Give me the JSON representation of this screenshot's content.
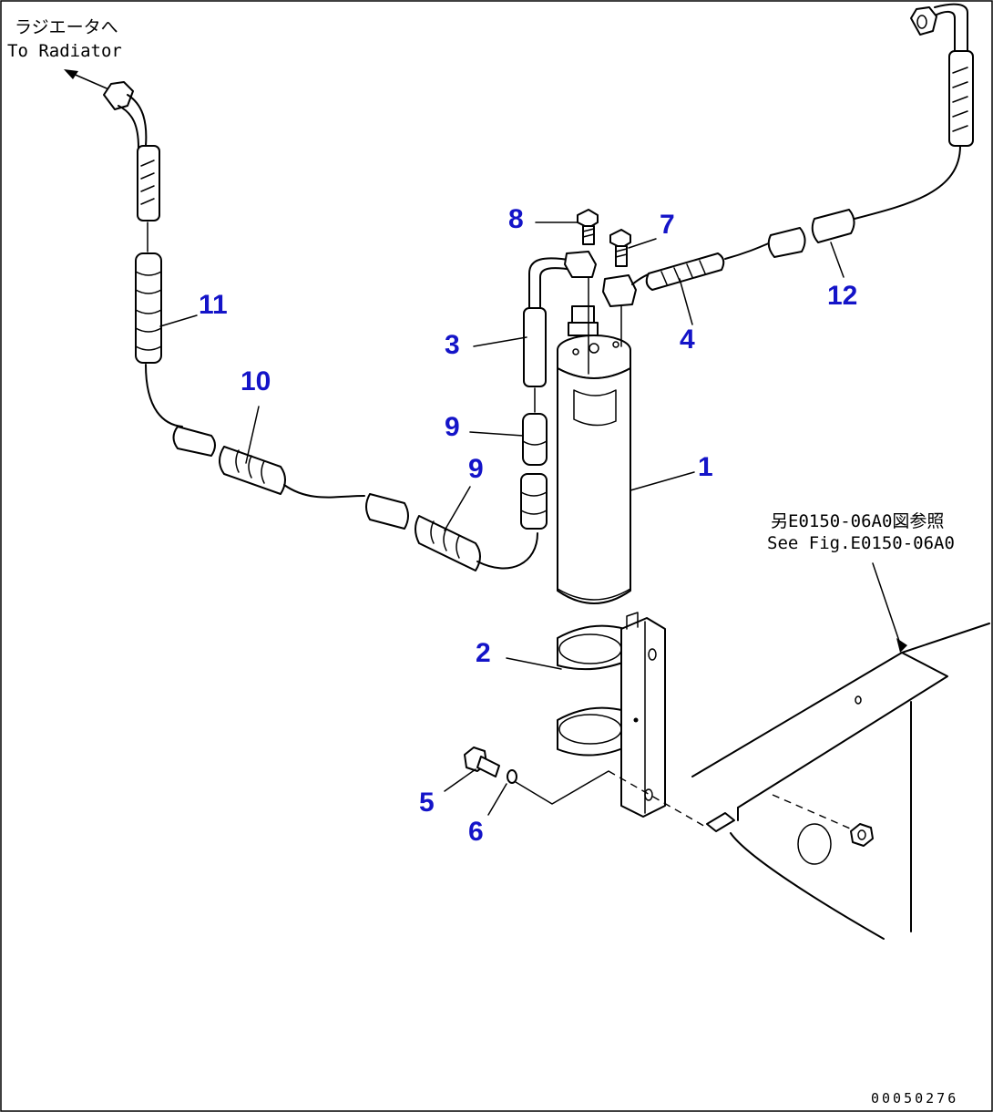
{
  "notes": {
    "radiator_jp": "ラジエータへ",
    "radiator_en": "To Radiator",
    "ref_jp": "另E0150-06A0図参照",
    "ref_en": "See Fig.E0150-06A0"
  },
  "drawing_number": "00050276",
  "callouts": [
    {
      "id": "c1",
      "label": "1"
    },
    {
      "id": "c2",
      "label": "2"
    },
    {
      "id": "c3",
      "label": "3"
    },
    {
      "id": "c4",
      "label": "4"
    },
    {
      "id": "c5",
      "label": "5"
    },
    {
      "id": "c6",
      "label": "6"
    },
    {
      "id": "c7",
      "label": "7"
    },
    {
      "id": "c8",
      "label": "8"
    },
    {
      "id": "c9a",
      "label": "9"
    },
    {
      "id": "c9b",
      "label": "9"
    },
    {
      "id": "c10",
      "label": "10"
    },
    {
      "id": "c11",
      "label": "11"
    },
    {
      "id": "c12",
      "label": "12"
    }
  ],
  "colors": {
    "callout": "#1414c8",
    "line": "#000000",
    "background": "#ffffff"
  }
}
